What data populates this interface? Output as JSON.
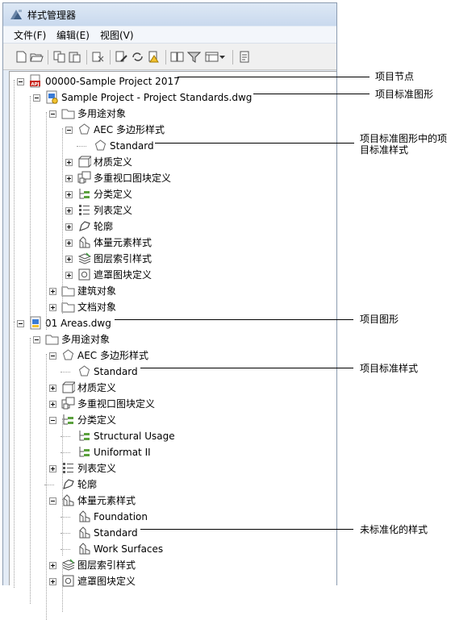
{
  "window": {
    "title": "样式管理器"
  },
  "menu": [
    "文件(F)",
    "编辑(E)",
    "视图(V)"
  ],
  "toolbar_icons": [
    "new-icon",
    "open-icon",
    "copy-icon",
    "paste-icon",
    "purge-icon",
    "edit-icon",
    "sync-icon",
    "warning-icon",
    "compare-icon",
    "filter-icon",
    "view-icon",
    "dropdown-icon",
    "drawing-icon"
  ],
  "tree": [
    {
      "label": "00000-Sample Project 2017",
      "icon": "project-icon"
    },
    {
      "label": "Sample Project - Project Standards.dwg",
      "icon": "standards-drawing-icon"
    },
    {
      "label": "多用途对象",
      "icon": "folder-icon"
    },
    {
      "label": "AEC 多边形样式",
      "icon": "polygon-icon"
    },
    {
      "label": "Standard",
      "icon": "polygon-icon"
    },
    {
      "label": "材质定义",
      "icon": "material-icon"
    },
    {
      "label": "多重视口图块定义",
      "icon": "viewport-icon"
    },
    {
      "label": "分类定义",
      "icon": "classification-icon"
    },
    {
      "label": "列表定义",
      "icon": "list-icon"
    },
    {
      "label": "轮廓",
      "icon": "profile-icon"
    },
    {
      "label": "体量元素样式",
      "icon": "mass-icon"
    },
    {
      "label": "图层索引样式",
      "icon": "layer-icon"
    },
    {
      "label": "遮罩图块定义",
      "icon": "mask-icon"
    },
    {
      "label": "建筑对象",
      "icon": "folder-icon"
    },
    {
      "label": "文档对象",
      "icon": "folder-icon"
    },
    {
      "label": "01 Areas.dwg",
      "icon": "drawing-icon"
    },
    {
      "label": "多用途对象",
      "icon": "folder-icon"
    },
    {
      "label": "AEC 多边形样式",
      "icon": "polygon-icon"
    },
    {
      "label": "Standard",
      "icon": "polygon-icon"
    },
    {
      "label": "材质定义",
      "icon": "material-icon"
    },
    {
      "label": "多重视口图块定义",
      "icon": "viewport-icon"
    },
    {
      "label": "分类定义",
      "icon": "classification-icon"
    },
    {
      "label": "Structural Usage",
      "icon": "classification-icon"
    },
    {
      "label": "Uniformat II",
      "icon": "classification-icon"
    },
    {
      "label": "列表定义",
      "icon": "list-icon"
    },
    {
      "label": "轮廓",
      "icon": "profile-icon"
    },
    {
      "label": "体量元素样式",
      "icon": "mass-icon"
    },
    {
      "label": "Foundation",
      "icon": "mass-icon"
    },
    {
      "label": "Standard",
      "icon": "mass-icon"
    },
    {
      "label": "Work Surfaces",
      "icon": "mass-icon"
    },
    {
      "label": "图层索引样式",
      "icon": "layer-icon"
    },
    {
      "label": "遮罩图块定义",
      "icon": "mask-icon"
    }
  ],
  "callouts": [
    "项目节点",
    "项目标准图形",
    "项目标准图形中的项目标准样式",
    "项目图形",
    "项目标准样式",
    "未标准化的样式"
  ]
}
